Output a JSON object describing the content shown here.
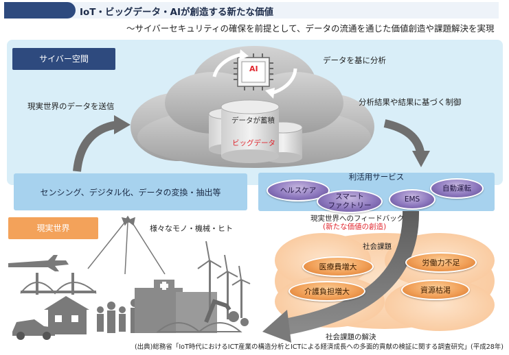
{
  "header": {
    "title": "IoT・ビッグデータ・AIが創造する新たな価値",
    "subtitle": "〜サイバーセキュリティの確保を前提として、データの流通を通じた価値創造や課題解決を実現"
  },
  "cyber": {
    "label": "サイバー空間",
    "analysis_label": "データを基に分析",
    "send_label": "現実世界のデータを送信",
    "control_label": "分析結果や結果に基づく制御",
    "ai_label": "AI",
    "stored_label": "データが蓄積",
    "bigdata_label": "ビッグデータ"
  },
  "sensing": {
    "label": "センシング、デジタル化、データの変換・抽出等"
  },
  "services": {
    "title": "利活用サービス",
    "items": [
      "ヘルスケア",
      "スマート\nファクトリー",
      "EMS",
      "自動運転"
    ]
  },
  "real": {
    "label": "現実世界",
    "things_label": "様々なモノ・機械・ヒト",
    "feedback_label": "現実世界へのフィードバック",
    "feedback_sub": "(新たな価値の創造)"
  },
  "issues": {
    "title": "社会課題",
    "items": [
      "医療費増大",
      "労働力不足",
      "介護負担増大",
      "資源枯渇"
    ],
    "resolution_label": "社会課題の解決"
  },
  "caption": "(出典)総務省「IoT時代におけるICT産業の構造分析とICTによる経済成長への多面的貢献の検証に関する調査研究」(平成28年)",
  "colors": {
    "navy": "#2e4a7e",
    "orange": "#f3a25a",
    "light_blue": "#d9eef8",
    "service_blue": "#a7d2ee",
    "purple": "#8d78be",
    "red_text": "#e0262e"
  }
}
